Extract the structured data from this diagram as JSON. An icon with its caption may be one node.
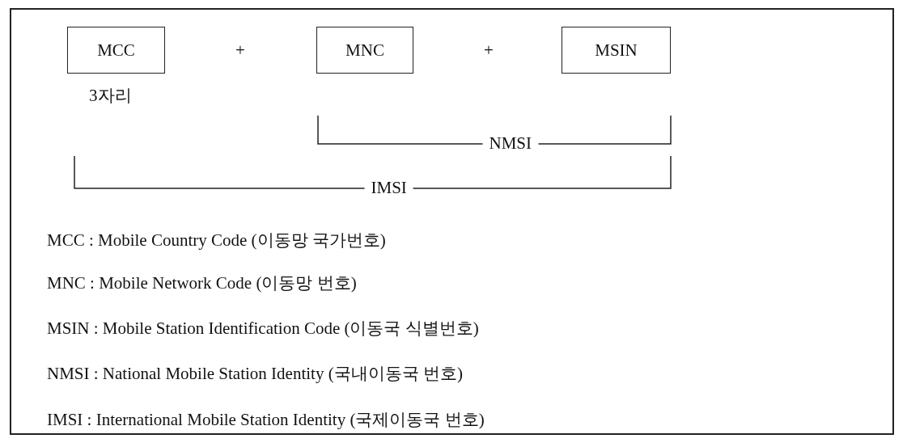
{
  "diagram": {
    "nodes": [
      {
        "text": [
          "MCC"
        ],
        "beside": [
          "3자리"
        ]
      },
      {
        "text": [
          "MNC"
        ]
      },
      {
        "text": [
          "MSIN"
        ]
      }
    ],
    "edges": [],
    "labels": [
      "+",
      "+",
      "NMSI",
      "IMSI",
      "MCC : Mobile Country Code (이동망 국가번호)",
      "MNC : Mobile Network Code (이동망 번호)",
      "MSIN : Mobile Station Identification Code (이동국 식별번호)",
      "NMSI : National Mobile Station Identity (국내이동국 번호)",
      "IMSI : International Mobile Station Identity (국제이동국 번호)"
    ]
  }
}
